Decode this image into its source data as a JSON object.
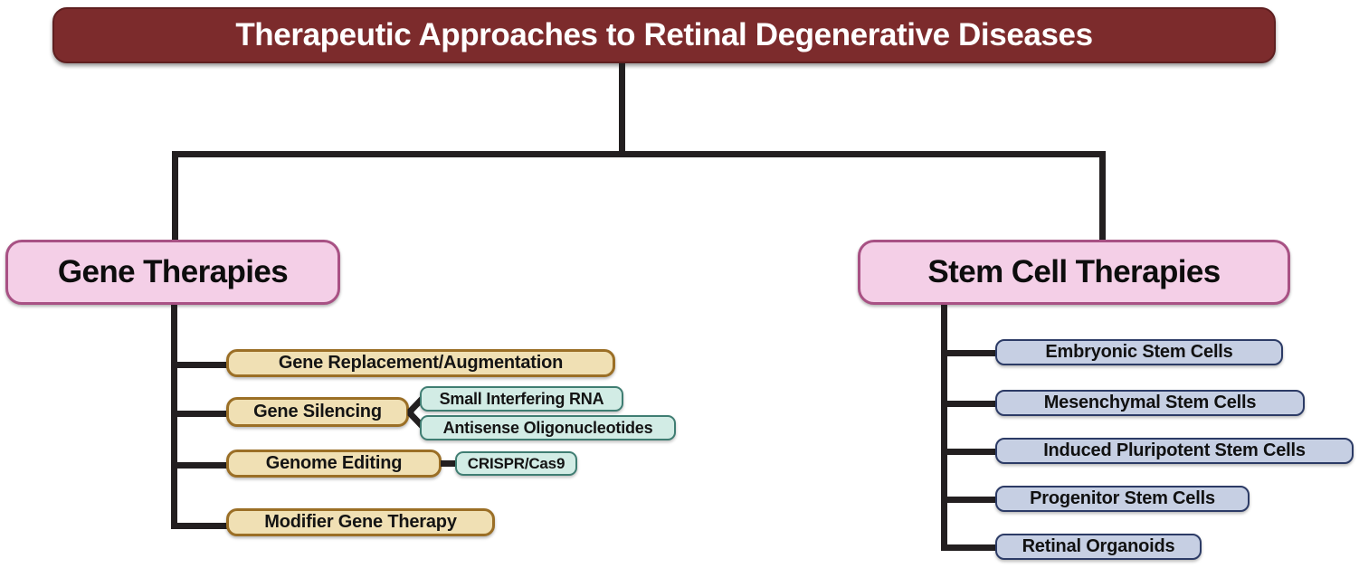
{
  "diagram": {
    "type": "hierarchy-tree",
    "title": "Therapeutic Approaches to Retinal Degenerative Diseases",
    "colors": {
      "title_fill": "#7c2b2c",
      "title_border": "#5f1f20",
      "title_text": "#ffffff",
      "branch_fill": "#f4cfe7",
      "branch_border": "#a85184",
      "beige_fill": "#f0e0b4",
      "beige_border": "#9b6f26",
      "teal_fill": "#d2ece5",
      "teal_border": "#3f7d72",
      "blue_fill": "#c6cfe3",
      "blue_border": "#2c3b66",
      "connector": "#231f20",
      "background": "#ffffff"
    },
    "branches": [
      {
        "label": "Gene Therapies",
        "children": [
          {
            "label": "Gene Replacement/Augmentation",
            "children": []
          },
          {
            "label": "Gene Silencing",
            "children": [
              {
                "label": "Small Interfering RNA"
              },
              {
                "label": "Antisense Oligonucleotides"
              }
            ]
          },
          {
            "label": "Genome Editing",
            "children": [
              {
                "label": "CRISPR/Cas9"
              }
            ]
          },
          {
            "label": "Modifier Gene Therapy",
            "children": []
          }
        ]
      },
      {
        "label": "Stem Cell Therapies",
        "children": [
          {
            "label": "Embryonic Stem Cells"
          },
          {
            "label": "Mesenchymal Stem Cells"
          },
          {
            "label": "Induced Pluripotent Stem Cells"
          },
          {
            "label": "Progenitor Stem Cells"
          },
          {
            "label": "Retinal Organoids"
          }
        ]
      }
    ]
  }
}
